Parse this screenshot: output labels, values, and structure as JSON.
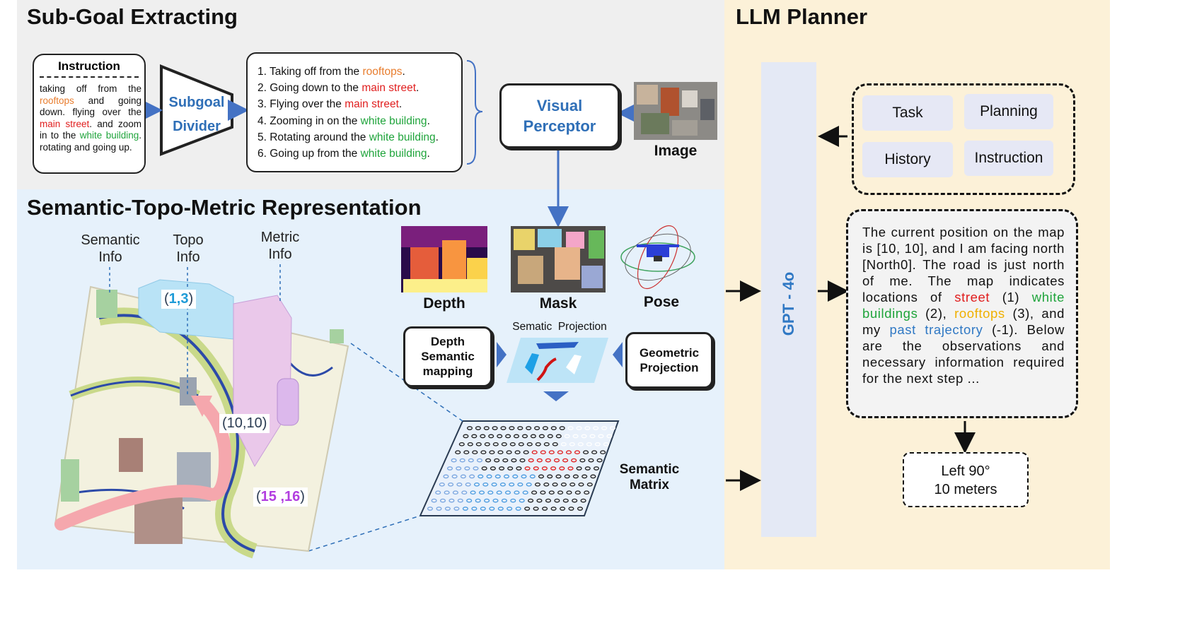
{
  "sections": {
    "subgoal_title": "Sub-Goal Extracting",
    "representation_title": "Semantic-Topo-Metric Representation",
    "llm_title": "LLM Planner"
  },
  "instruction": {
    "title": "Instruction",
    "parts": [
      {
        "text": "taking off from the ",
        "color": "#111111"
      },
      {
        "text": "rooftops",
        "color": "#e87d2e"
      },
      {
        "text": " and going down. flying over the ",
        "color": "#111111"
      },
      {
        "text": "main street",
        "color": "#e01e1e"
      },
      {
        "text": ". and zoom in to the ",
        "color": "#111111"
      },
      {
        "text": "white building",
        "color": "#1fa43b"
      },
      {
        "text": ". rotating and going up.",
        "color": "#111111"
      }
    ]
  },
  "divider": {
    "line1": "Subgoal",
    "line2": "Divider"
  },
  "subgoals": [
    {
      "pre": "1. Taking off from the ",
      "key": "rooftops",
      "post": ".",
      "color": "#e87d2e"
    },
    {
      "pre": "2. Going down to the ",
      "key": "main street",
      "post": ".",
      "color": "#e01e1e"
    },
    {
      "pre": "3. Flying over the ",
      "key": "main street",
      "post": ".",
      "color": "#e01e1e"
    },
    {
      "pre": "4. Zooming in on the ",
      "key": "white building",
      "post": ".",
      "color": "#1fa43b"
    },
    {
      "pre": "5. Rotating around the ",
      "key": "white building",
      "post": ".",
      "color": "#1fa43b"
    },
    {
      "pre": "6. Going up from the ",
      "key": "white building",
      "post": ".",
      "color": "#1fa43b"
    }
  ],
  "perceptor": {
    "line1": "Visual",
    "line2": "Perceptor"
  },
  "image_label": "Image",
  "perception": {
    "depth": "Depth",
    "mask": "Mask",
    "pose": "Pose"
  },
  "projection": {
    "depth_semantic": [
      "Depth",
      "Semantic",
      "mapping"
    ],
    "geometric": [
      "Geometric",
      "Projection"
    ],
    "sematic_projection": "Sematic  Projection",
    "semantic_matrix": [
      "Semantic",
      "Matrix"
    ]
  },
  "map_labels": {
    "semantic": [
      "Semantic",
      "Info"
    ],
    "topo": [
      "Topo",
      "Info"
    ],
    "metric": [
      "Metric",
      "Info"
    ]
  },
  "coords": [
    {
      "inner": "1,3",
      "color": "#1e9bd7"
    },
    {
      "inner": "10,10",
      "color": "#2a3b52"
    },
    {
      "inner": "15 ,16",
      "color": "#b23ee0"
    }
  ],
  "planner": {
    "model": "GPT - 4o",
    "chips": [
      "Task",
      "Planning",
      "History",
      "Instruction"
    ],
    "prompt_parts": [
      {
        "text": "The current position on the map is [10, 10], and I am facing north [North0]. The road is just north of me. The map indicates locations of ",
        "color": "#111111"
      },
      {
        "text": "street",
        "color": "#e01e1e"
      },
      {
        "text": " (1) ",
        "color": "#111111"
      },
      {
        "text": "white buildings",
        "color": "#1fa43b"
      },
      {
        "text": " (2), ",
        "color": "#111111"
      },
      {
        "text": "rooftops",
        "color": "#f0b000"
      },
      {
        "text": " (3), and my ",
        "color": "#111111"
      },
      {
        "text": "past trajectory",
        "color": "#2f78c4"
      },
      {
        "text": " (-1). Below are the observations and necessary information required for the next step ...",
        "color": "#111111"
      }
    ],
    "output": [
      "Left 90°",
      "10 meters"
    ]
  },
  "colors": {
    "accent_blue": "#2f6fb7",
    "panel_top": "#efefef",
    "panel_bottom": "#e6f1fb",
    "panel_right": "#fcf1d8",
    "gpt_bar": "#e4e9f5"
  }
}
